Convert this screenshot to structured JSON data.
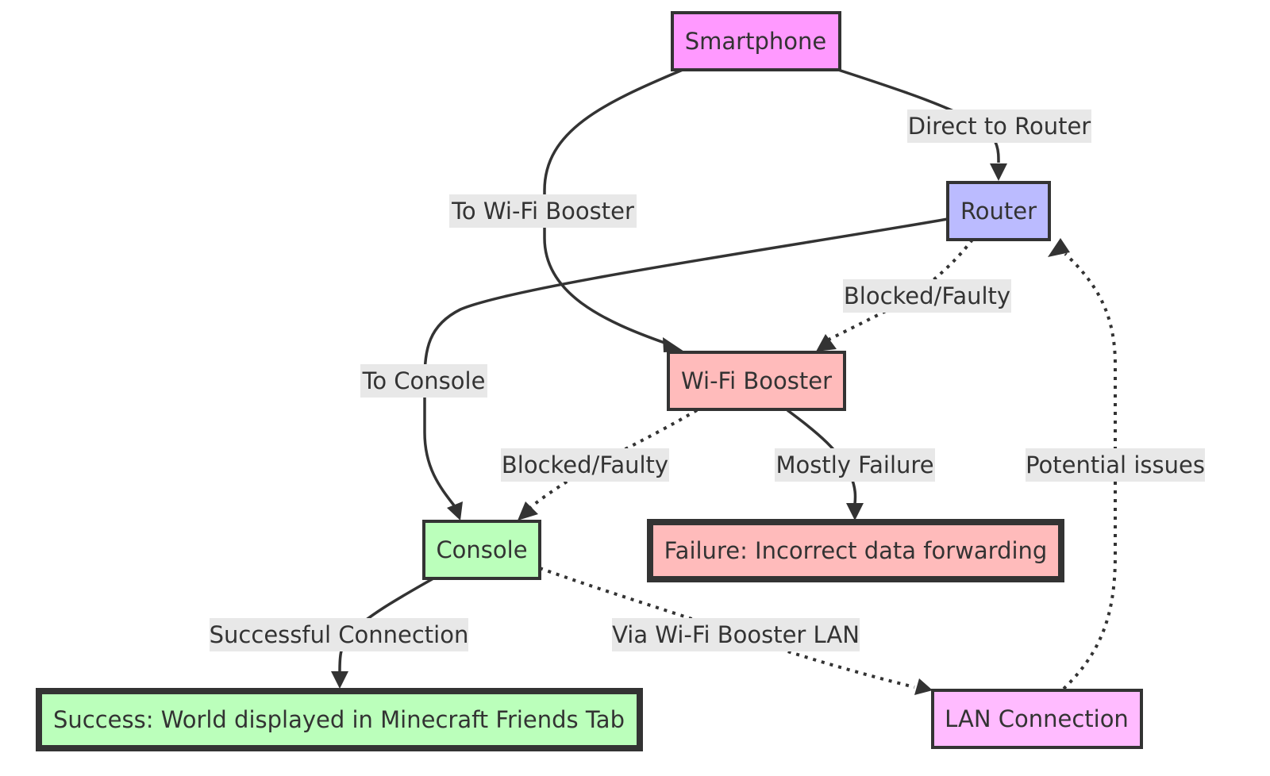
{
  "diagram": {
    "type": "flowchart",
    "nodes": {
      "smartphone": {
        "label": "Smartphone",
        "fill": "#ff99ff"
      },
      "router": {
        "label": "Router",
        "fill": "#bbbbff"
      },
      "booster": {
        "label": "Wi-Fi Booster",
        "fill": "#ffbbbb"
      },
      "console": {
        "label": "Console",
        "fill": "#bbffbb"
      },
      "failure": {
        "label": "Failure: Incorrect data forwarding",
        "fill": "#ffbbbb"
      },
      "success": {
        "label": "Success: World displayed in Minecraft Friends Tab",
        "fill": "#bbffbb"
      },
      "lan": {
        "label": "LAN Connection",
        "fill": "#ffbbff"
      }
    },
    "edges": [
      {
        "from": "smartphone",
        "to": "router",
        "label": "Direct to Router",
        "style": "solid"
      },
      {
        "from": "smartphone",
        "to": "booster",
        "label": "To Wi-Fi Booster",
        "style": "solid"
      },
      {
        "from": "router",
        "to": "console",
        "label": "To Console",
        "style": "solid"
      },
      {
        "from": "router",
        "to": "booster",
        "label": "Blocked/Faulty",
        "style": "dotted"
      },
      {
        "from": "booster",
        "to": "console",
        "label": "Blocked/Faulty",
        "style": "dotted"
      },
      {
        "from": "booster",
        "to": "failure",
        "label": "Mostly Failure",
        "style": "solid"
      },
      {
        "from": "console",
        "to": "success",
        "label": "Successful Connection",
        "style": "solid"
      },
      {
        "from": "console",
        "to": "lan",
        "label": "Via Wi-Fi Booster LAN",
        "style": "dotted"
      },
      {
        "from": "lan",
        "to": "router",
        "label": "Potential issues",
        "style": "dotted"
      }
    ],
    "colors": {
      "stroke": "#333333",
      "edge_label_bg": "#e8e8e8",
      "text": "#333333"
    }
  }
}
